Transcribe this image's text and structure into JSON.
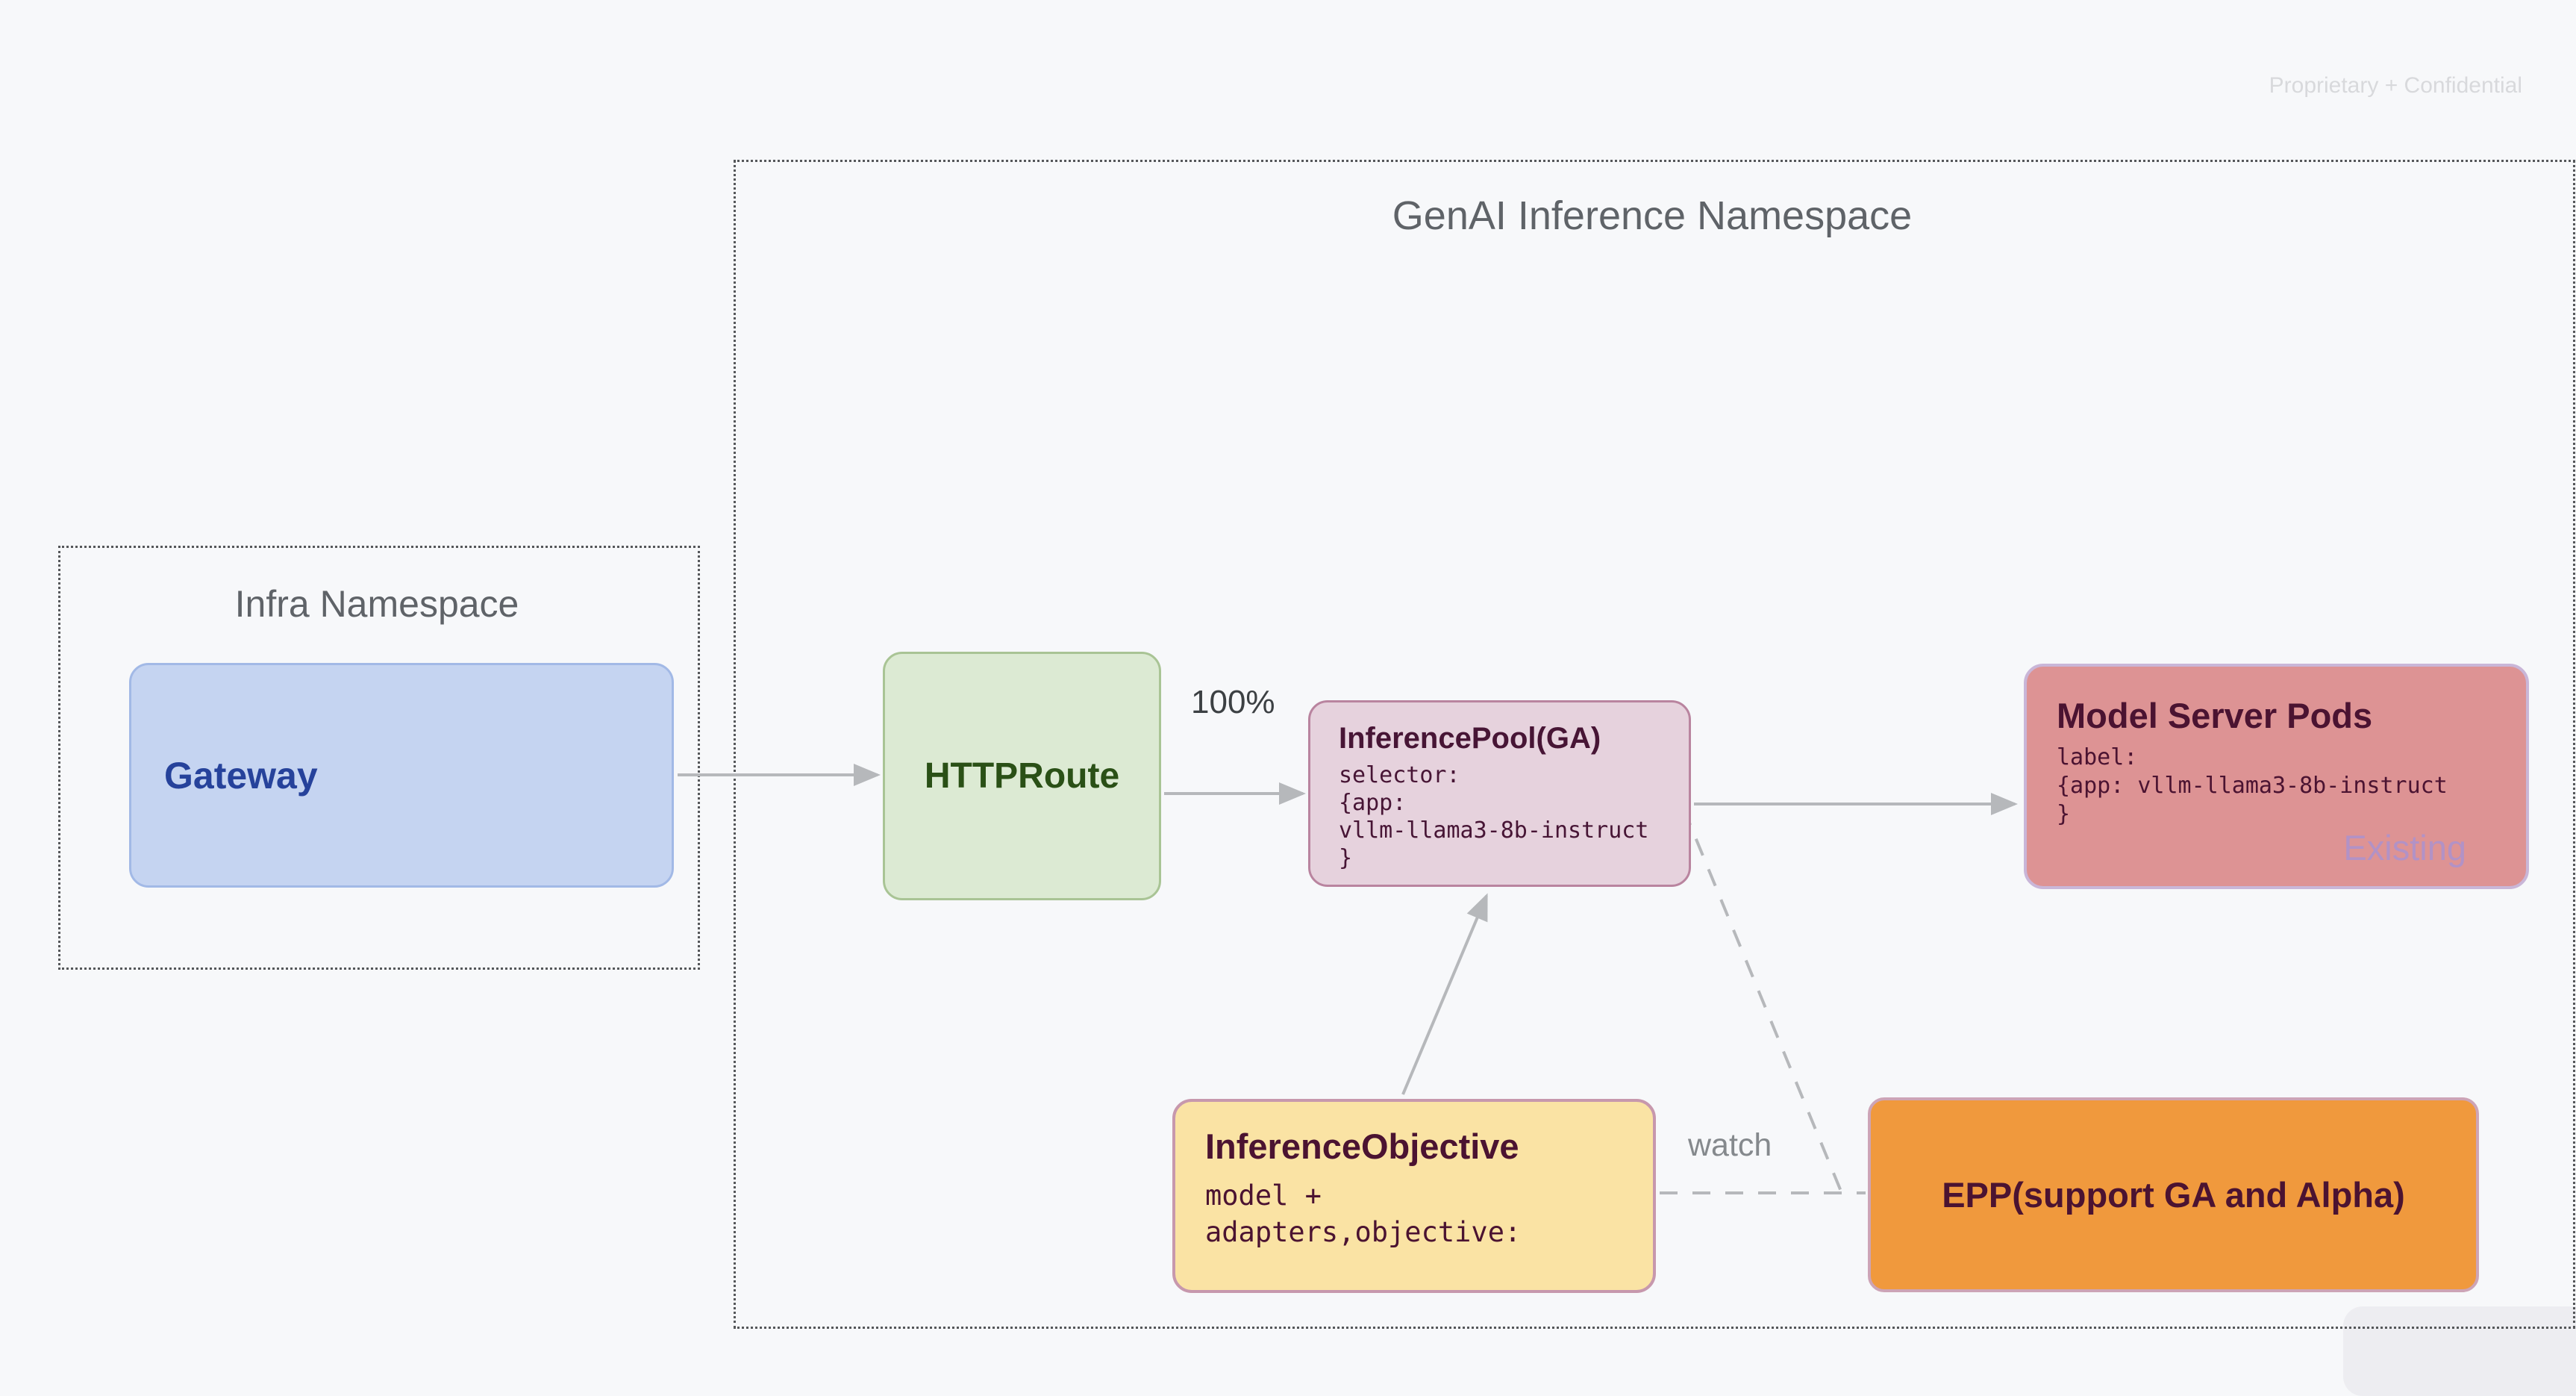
{
  "watermark": "Proprietary + Confidential",
  "genai_namespace": {
    "title": "GenAI Inference Namespace"
  },
  "infra_namespace": {
    "title": "Infra Namespace"
  },
  "nodes": {
    "gateway": {
      "label": "Gateway"
    },
    "httproute": {
      "label": "HTTPRoute"
    },
    "inference_pool": {
      "title": "InferencePool(GA)",
      "code_lines": [
        "selector:",
        "{app:",
        "vllm-llama3-8b-instruct",
        "}"
      ]
    },
    "model_server_pods": {
      "title": "Model Server Pods",
      "code_lines": [
        "label:",
        "{app: vllm-llama3-8b-instruct",
        "}"
      ],
      "status_tag": "Existing"
    },
    "inference_objective": {
      "title": "InferenceObjective",
      "code_lines": [
        "model +",
        "adapters,objective:"
      ]
    },
    "epp": {
      "label": "EPP(support GA and Alpha)"
    }
  },
  "edges": {
    "route_weight_label": "100%",
    "watch_label": "watch"
  },
  "colors": {
    "background": "#f7f8fa",
    "namespace_border": "#55575a",
    "namespace_title": "#5f6368",
    "gateway_fill": "#c5d4f1",
    "gateway_border": "#a2b9e6",
    "gateway_text": "#26429b",
    "httproute_fill": "#dcead3",
    "httproute_border": "#a9c495",
    "httproute_text": "#2a5016",
    "pool_fill": "#e6d2dd",
    "pool_border": "#b9849f",
    "pods_fill": "#dd9394",
    "pods_border": "#c9b6d8",
    "objective_fill": "#fae3a4",
    "objective_border": "#c798ad",
    "epp_fill": "#f0993d",
    "epp_border": "#cda4b6",
    "dark_text": "#4b1331",
    "arrow": "#b6b8bb",
    "existing_tag": "#b292c6",
    "watermark": "#d8d9dc"
  }
}
